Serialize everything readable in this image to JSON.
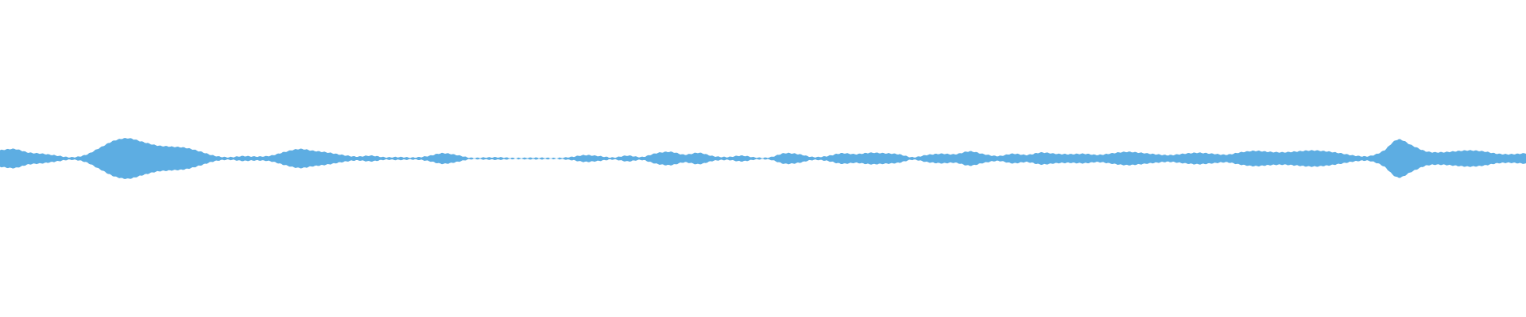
{
  "waveform": {
    "color": "#5dade2",
    "background": "#ffffff",
    "duration_fraction_points": 80,
    "envelope": [
      0.35,
      0.4,
      0.25,
      0.2,
      0.12,
      0.05,
      0.15,
      0.45,
      0.75,
      0.85,
      0.7,
      0.55,
      0.5,
      0.45,
      0.3,
      0.12,
      0.05,
      0.1,
      0.08,
      0.12,
      0.28,
      0.4,
      0.32,
      0.25,
      0.15,
      0.08,
      0.12,
      0.05,
      0.06,
      0.04,
      0.1,
      0.22,
      0.15,
      0.03,
      0.04,
      0.05,
      0.02,
      0.03,
      0.03,
      0.02,
      0.06,
      0.14,
      0.1,
      0.04,
      0.12,
      0.06,
      0.22,
      0.28,
      0.16,
      0.24,
      0.1,
      0.06,
      0.12,
      0.04,
      0.05,
      0.22,
      0.18,
      0.06,
      0.1,
      0.22,
      0.18,
      0.24,
      0.22,
      0.18,
      0.05,
      0.15,
      0.2,
      0.18,
      0.3,
      0.18,
      0.1,
      0.2,
      0.15,
      0.25,
      0.2,
      0.18,
      0.2,
      0.15,
      0.22,
      0.28
    ],
    "envelope_tail": [
      0.24,
      0.18,
      0.14,
      0.2,
      0.24,
      0.2,
      0.16,
      0.26,
      0.32,
      0.28,
      0.26,
      0.3,
      0.34,
      0.3,
      0.22,
      0.12,
      0.1,
      0.32,
      0.8,
      0.55,
      0.3,
      0.26,
      0.3,
      0.34,
      0.3,
      0.2,
      0.18,
      0.22
    ]
  }
}
